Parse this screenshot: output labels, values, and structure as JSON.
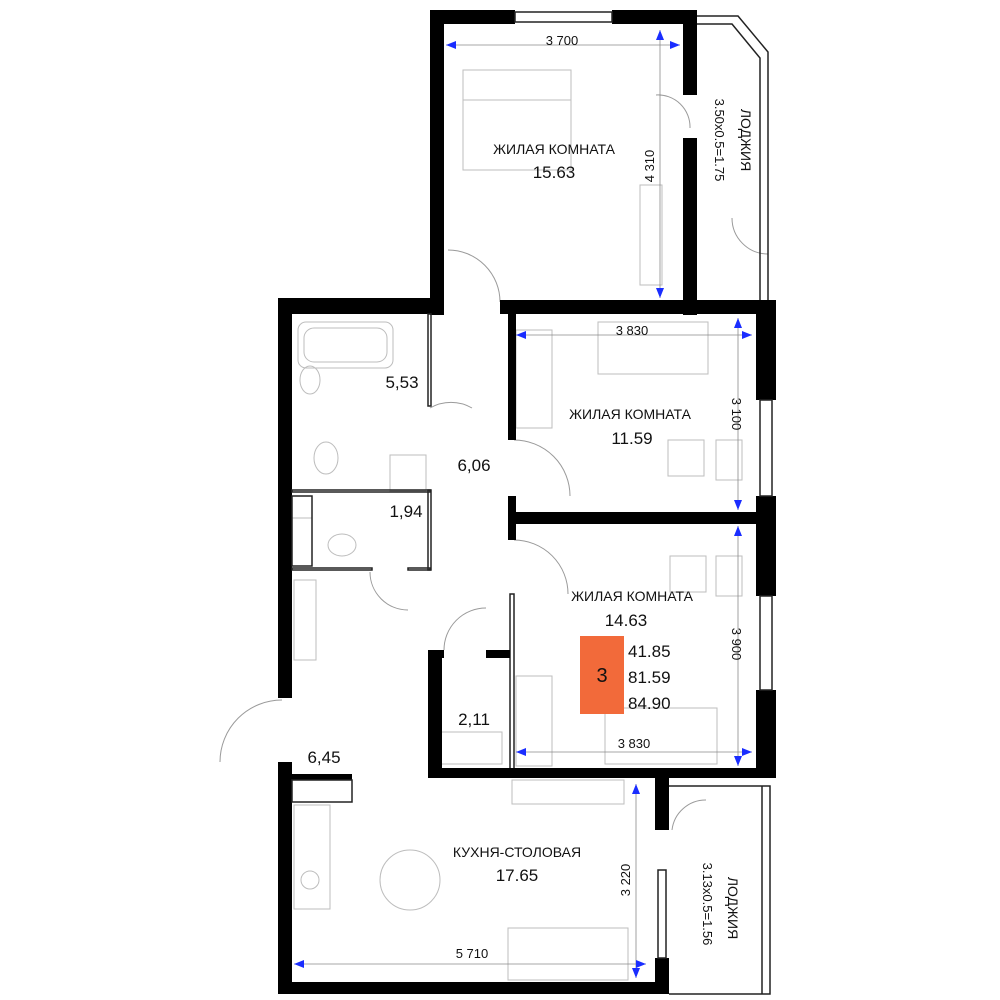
{
  "colors": {
    "wall": "#000000",
    "badge_fill": "#f26a3a",
    "dimension_arrow": "#1a2dff"
  },
  "rooms": {
    "living_1": {
      "label": "ЖИЛАЯ КОМНАТА",
      "area": "15.63"
    },
    "living_2": {
      "label": "ЖИЛАЯ КОМНАТА",
      "area": "11.59"
    },
    "living_3": {
      "label": "ЖИЛАЯ КОМНАТА",
      "area": "14.63"
    },
    "kitchen": {
      "label": "КУХНЯ-СТОЛОВАЯ",
      "area": "17.65"
    },
    "loggia_1": {
      "label": "ЛОДЖИЯ",
      "formula": "3.50х0.5=1.75"
    },
    "loggia_2": {
      "label": "ЛОДЖИЯ",
      "formula": "3.13х0.5=1.56"
    },
    "bathroom": {
      "area": "5,53"
    },
    "corridor": {
      "area": "6,06"
    },
    "wc": {
      "area": "1,94"
    },
    "storage": {
      "area": "2,11"
    },
    "hall": {
      "area": "6,45"
    }
  },
  "dimensions": {
    "living_1_width": "3 700",
    "living_1_depth": "4 310",
    "living_2_width": "3 830",
    "living_2_depth": "3 100",
    "living_3_depth": "3 900",
    "living_3_width": "3 830",
    "kitchen_depth": "3 220",
    "kitchen_width": "5 710"
  },
  "summary": {
    "rooms_count": "3",
    "living_area": "41.85",
    "total_area": "81.59",
    "total_area_with_loggias": "84.90"
  }
}
